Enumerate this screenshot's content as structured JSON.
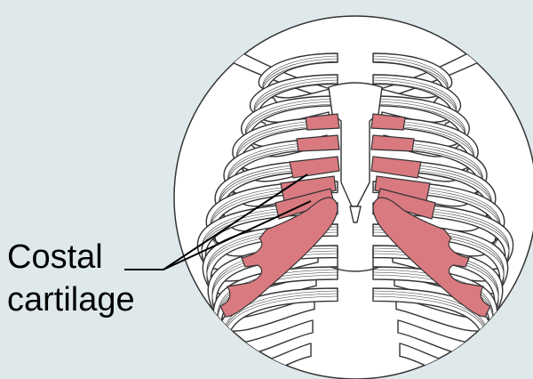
{
  "colors": {
    "background": "#dfe9ec",
    "circle_fill": "#ffffff",
    "cartilage": "#d97a80",
    "outline": "#333333"
  },
  "label": {
    "line1": "Costal",
    "line2": "cartilage"
  },
  "icons": {
    "figure": "rib-cage-illustration"
  }
}
